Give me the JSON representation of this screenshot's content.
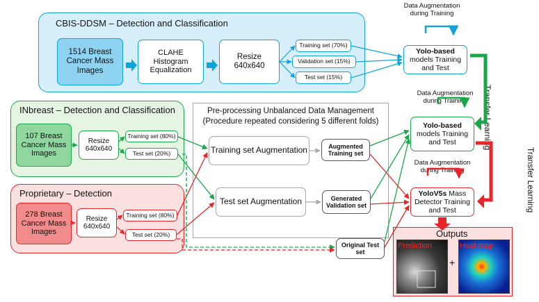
{
  "colors": {
    "blue": "#0fa3dc",
    "blue_panel": "#d7effb",
    "blue_box": "#8ed3f2",
    "green": "#1aa64a",
    "green_panel": "#e6f4e3",
    "green_box": "#8fd69f",
    "red": "#e8262a",
    "red_panel": "#fbe0e0",
    "red_box": "#f28b8b",
    "gray": "#a7a7a7"
  },
  "cbis": {
    "title": "CBIS-DDSM – Detection and Classification",
    "images": "1514 Breast Cancer Mass Images",
    "clahe": "CLAHE Histogram Equalization",
    "resize": "Resize 640x640",
    "train": "Training set (70%)",
    "val": "Validation set (15%)",
    "test": "Test set (15%)"
  },
  "inbreast": {
    "title": "INbreast – Detection and Classification",
    "images": "107 Breast Cancer Mass Images",
    "resize": "Resize 640x640",
    "train": "Training set (80%)",
    "test": "Test set (20%)"
  },
  "proprietary": {
    "title": "Proprietary – Detection",
    "images": "278 Breast Cancer Mass Images",
    "resize": "Resize 640x640",
    "train": "Training set (80%)",
    "test": "Test set (20%)"
  },
  "preprocessing": {
    "title_line1": "Pre-processing Unbalanced Data Management",
    "title_line2": "(Procedure repeated considering 5 different folds)",
    "train_aug": "Training set Augmentation",
    "test_aug": "Test set Augmentation",
    "augmented": "Augmented Training set",
    "generated": "Generated Validation set",
    "original": "Original Test set"
  },
  "models": {
    "yolo1": "Yolo-based models Training and Test",
    "yolo1_bold": "Yolo-based",
    "yolo1_rest": " models Training and Test",
    "yolo2_bold": "Yolo-based",
    "yolo2_rest": " models Training and Test",
    "yolov5_bold": "YoloV5s",
    "yolov5_rest": " Mass Detector Training and Test",
    "aug_note": "Data Augmentation during Training"
  },
  "transfer": "Transfer Learning",
  "outputs": {
    "title": "Outputs",
    "prediction": "Prediction",
    "heatmap": "Heat-map",
    "plus": "+"
  }
}
